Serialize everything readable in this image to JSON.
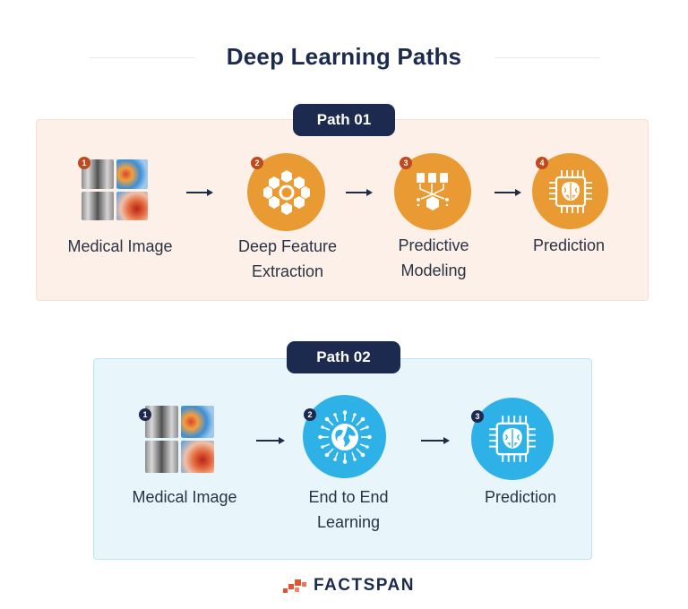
{
  "title": "Deep Learning Paths",
  "path1": {
    "pill": "Path 01",
    "steps": [
      {
        "num": "1",
        "label": "Medical Image",
        "icon": "chest-xray-image"
      },
      {
        "num": "2",
        "label": "Deep Feature\nExtraction",
        "icon": "hexagon-network-icon"
      },
      {
        "num": "3",
        "label": "Predictive\nModeling",
        "icon": "document-flow-icon"
      },
      {
        "num": "4",
        "label": "Prediction",
        "icon": "brain-chip-icon"
      }
    ]
  },
  "path2": {
    "pill": "Path 02",
    "steps": [
      {
        "num": "1",
        "label": "Medical Image",
        "icon": "chest-xray-image"
      },
      {
        "num": "2",
        "label": "End to End\nLearning",
        "icon": "globe-network-icon"
      },
      {
        "num": "3",
        "label": "Prediction",
        "icon": "brain-chip-icon"
      }
    ]
  },
  "brand": "FACTSPAN",
  "colors": {
    "orange": "#ea9a32",
    "blue": "#2db1e6",
    "navy": "#1b2a4e",
    "brand": "#e8512d"
  }
}
